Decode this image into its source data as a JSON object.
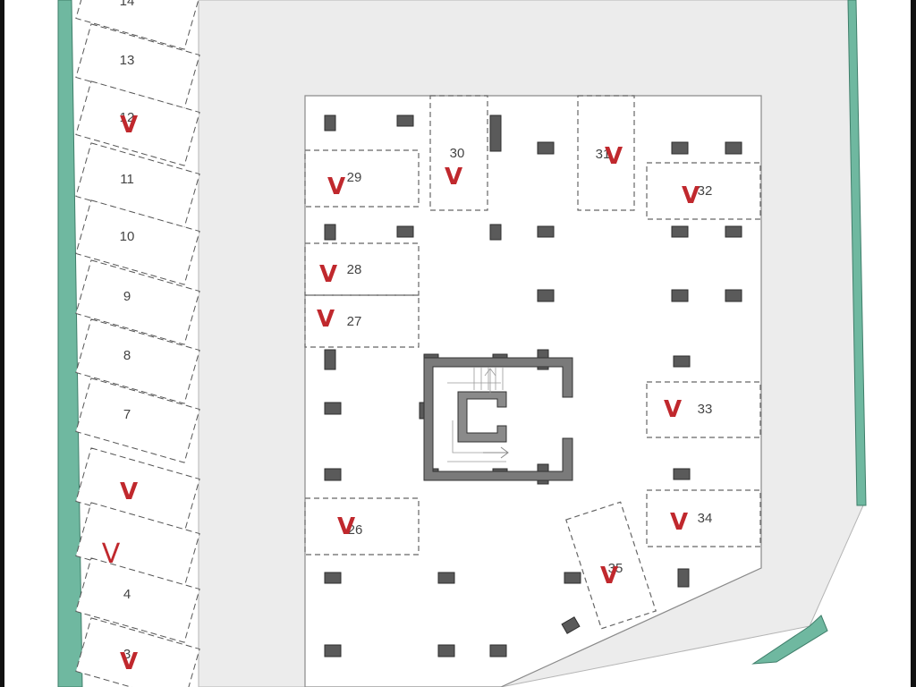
{
  "side_slots": [
    {
      "label": "14",
      "mark": ""
    },
    {
      "label": "13",
      "mark": ""
    },
    {
      "label": "12",
      "mark": "V"
    },
    {
      "label": "11",
      "mark": ""
    },
    {
      "label": "10",
      "mark": ""
    },
    {
      "label": "9",
      "mark": ""
    },
    {
      "label": "8",
      "mark": ""
    },
    {
      "label": "7",
      "mark": ""
    },
    {
      "label": "",
      "mark": "V"
    },
    {
      "label": "",
      "mark": "V"
    },
    {
      "label": "4",
      "mark": ""
    },
    {
      "label": "3",
      "mark": "V"
    }
  ],
  "spots": [
    {
      "label": "29",
      "mark": "V"
    },
    {
      "label": "30",
      "mark": "V"
    },
    {
      "label": "31",
      "mark": "V"
    },
    {
      "label": "32",
      "mark": "V"
    },
    {
      "label": "28",
      "mark": "V"
    },
    {
      "label": "27",
      "mark": "V"
    },
    {
      "label": "33",
      "mark": "V"
    },
    {
      "label": "26",
      "mark": "V"
    },
    {
      "label": "34",
      "mark": "V"
    },
    {
      "label": "35",
      "mark": "V"
    }
  ],
  "colors": {
    "wall": "#6fb8a0",
    "courtyard": "#ececec",
    "mark": "#c0282d",
    "pillar": "#5a5a5a"
  }
}
